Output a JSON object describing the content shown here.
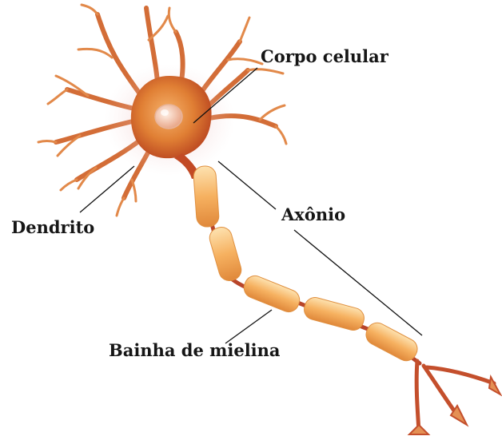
{
  "labels": {
    "cell_body": "Corpo celular",
    "dendrite": "Dendrito",
    "axon": "Axônio",
    "myelin_sheath": "Bainha de mielina"
  },
  "colors": {
    "dendrite": "#d36d37",
    "soma": "#d8782f",
    "nucleus": "#f4c9b3",
    "myelin": "#f6b35f",
    "axon": "#b8452a",
    "leader": "#111111"
  }
}
